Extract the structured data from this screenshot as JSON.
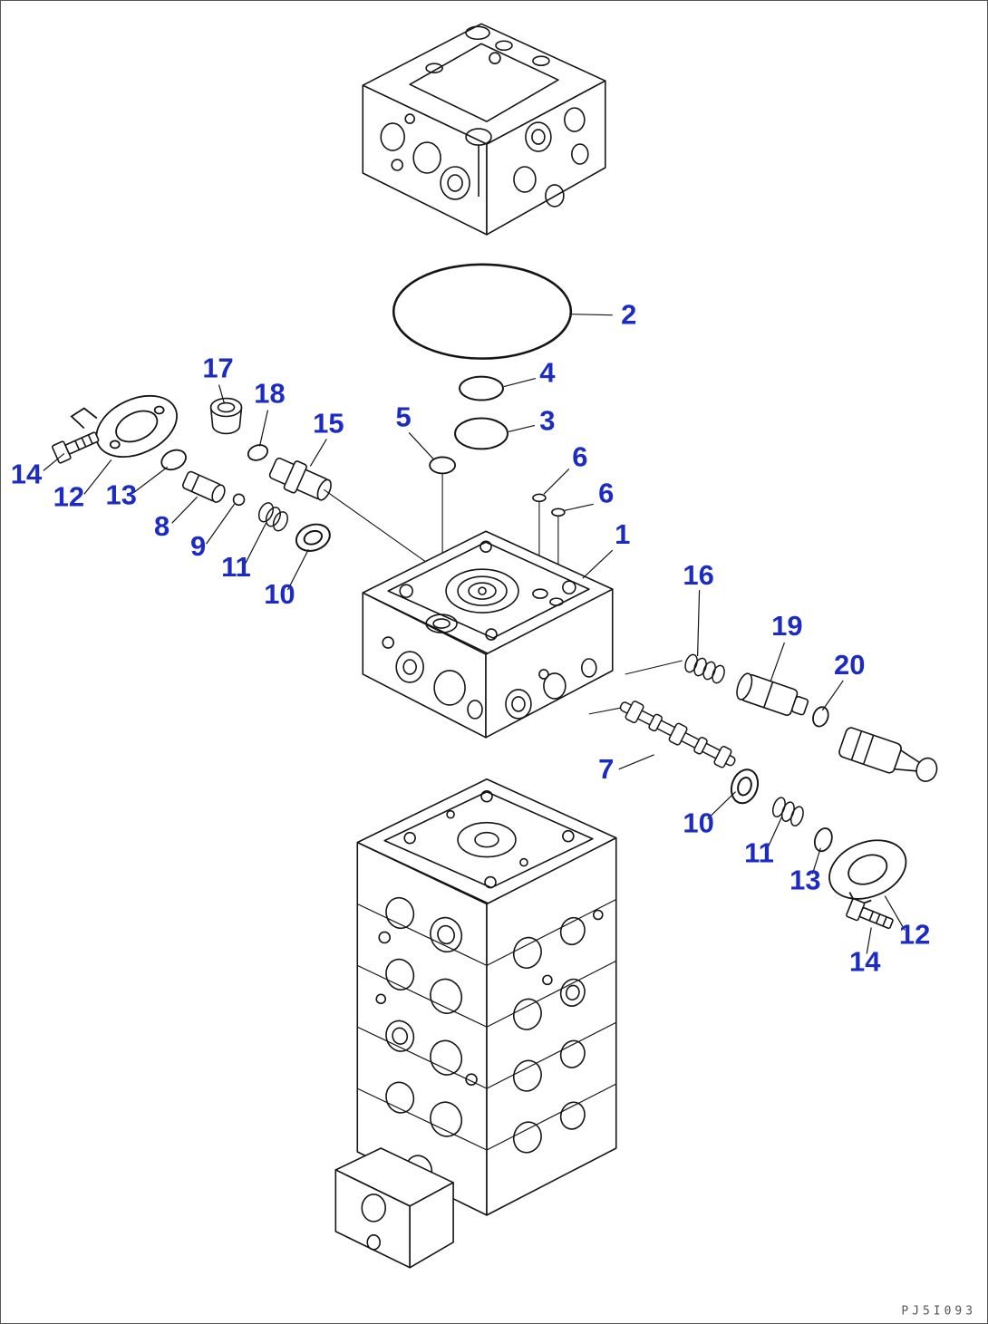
{
  "diagram": {
    "drawing_code": "PJ5I093",
    "label_color": "#1b2bc4",
    "line_color": "#151515",
    "background_color": "#ffffff",
    "labels": [
      {
        "text": "2"
      },
      {
        "text": "4"
      },
      {
        "text": "3"
      },
      {
        "text": "17"
      },
      {
        "text": "18"
      },
      {
        "text": "15"
      },
      {
        "text": "5"
      },
      {
        "text": "6"
      },
      {
        "text": "6"
      },
      {
        "text": "14"
      },
      {
        "text": "12"
      },
      {
        "text": "13"
      },
      {
        "text": "8"
      },
      {
        "text": "9"
      },
      {
        "text": "11"
      },
      {
        "text": "10"
      },
      {
        "text": "1"
      },
      {
        "text": "16"
      },
      {
        "text": "19"
      },
      {
        "text": "20"
      },
      {
        "text": "7"
      },
      {
        "text": "10"
      },
      {
        "text": "11"
      },
      {
        "text": "13"
      },
      {
        "text": "12"
      },
      {
        "text": "14"
      }
    ]
  }
}
